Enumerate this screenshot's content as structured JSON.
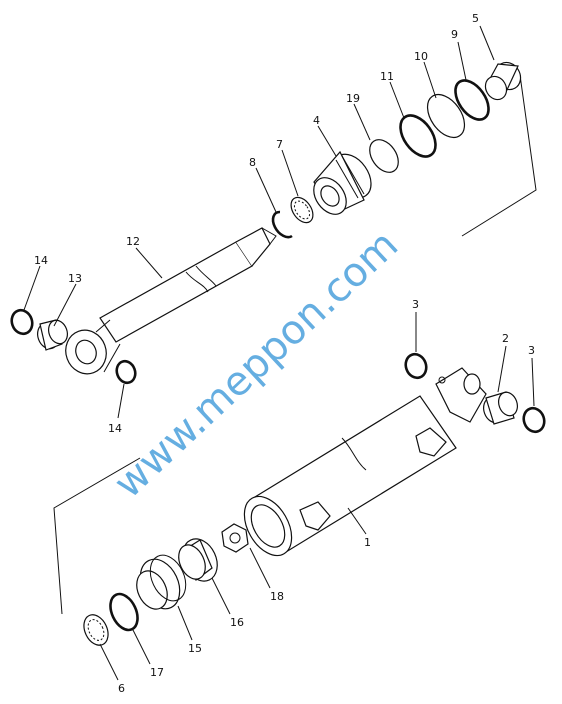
{
  "callouts": {
    "1": "1",
    "2": "2",
    "3": "3",
    "4": "4",
    "5": "5",
    "6": "6",
    "7": "7",
    "8": "8",
    "9": "9",
    "10": "10",
    "11": "11",
    "12": "12",
    "13": "13",
    "14": "14",
    "15": "15",
    "16": "16",
    "17": "17",
    "18": "18",
    "19": "19"
  },
  "watermark": "www.meppon.com",
  "colors": {
    "line": "#111111",
    "watermark": "#2b8fd6",
    "background": "#ffffff"
  }
}
